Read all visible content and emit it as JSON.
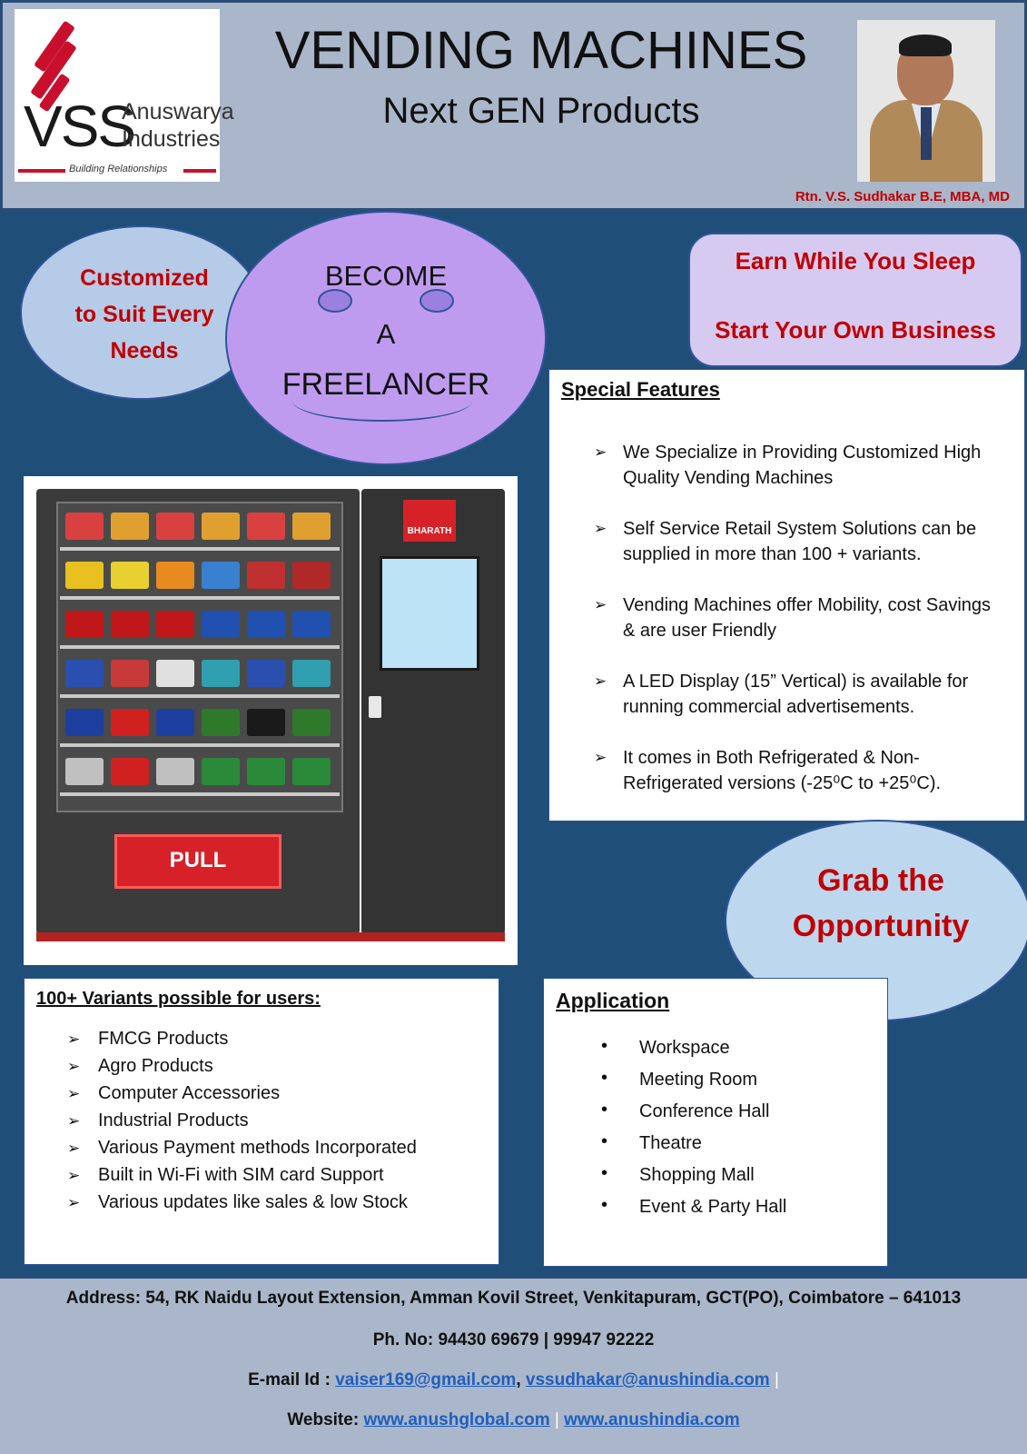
{
  "header": {
    "logo": {
      "mark": "VSS",
      "name_line1": "Anuswarya",
      "name_line2": "Industries",
      "tagline": "Building Relationships"
    },
    "title": "VENDING MACHINES",
    "subtitle": "Next GEN Products",
    "photo_caption": "Rtn. V.S. Sudhakar B.E, MBA, MD"
  },
  "bubbles": {
    "customized": "Customized\nto Suit Every\nNeeds",
    "freelancer": {
      "line1": "BECOME",
      "line2": "A",
      "line3": "FREELANCER"
    },
    "earn": {
      "line1": "Earn While You Sleep",
      "line2": "Start Your Own Business"
    },
    "grab": "Grab the\nOpportunity"
  },
  "features": {
    "title": "Special Features",
    "items": [
      {
        "line1": "We Specialize in Providing Customized High",
        "line2": "Quality Vending Machines"
      },
      {
        "line1": "Self Service Retail System Solutions can be",
        "line2": "supplied in more than 100 + variants."
      },
      {
        "line1": "Vending Machines offer Mobility, cost Savings",
        "line2": "& are user Friendly"
      },
      {
        "line1": "A LED Display (15” Vertical) is available for",
        "line2": "running commercial advertisements."
      },
      {
        "line1": "It comes in Both Refrigerated & Non-",
        "line2": "Refrigerated versions (-25⁰C to +25⁰C)."
      }
    ]
  },
  "machine": {
    "pull_label": "PULL",
    "brand": "BHARATH"
  },
  "variants": {
    "title": "100+ Variants possible for users:",
    "items": [
      "FMCG Products",
      "Agro Products",
      "Computer Accessories",
      "Industrial Products",
      "Various Payment methods Incorporated",
      "Built in Wi-Fi with SIM card Support",
      "Various updates like sales & low Stock"
    ]
  },
  "application": {
    "title": "Application",
    "items": [
      "Workspace",
      "Meeting Room",
      "Conference Hall",
      "Theatre",
      "Shopping Mall",
      "Event & Party Hall"
    ]
  },
  "footer": {
    "address": "Address: 54, RK Naidu Layout Extension, Amman Kovil Street, Venkitapuram, GCT(PO), Coimbatore – 641013",
    "phone": "Ph. No: 94430 69679  | 99947 92222",
    "email_label": "E-mail Id :",
    "email1": "vaiser169@gmail.com",
    "email2": "vssudhakar@anushindia.com",
    "website_label": "Website:",
    "website1": "www.anushglobal.com",
    "website2": "www.anushindia.com"
  },
  "colors": {
    "accent_red": "#c00000",
    "page_blue": "#1f4e79",
    "header_gray": "#aab6c9"
  },
  "icons": {
    "bullet_arrow": "arrowhead-bullet-icon",
    "bullet_dot": "round-bullet-icon"
  }
}
